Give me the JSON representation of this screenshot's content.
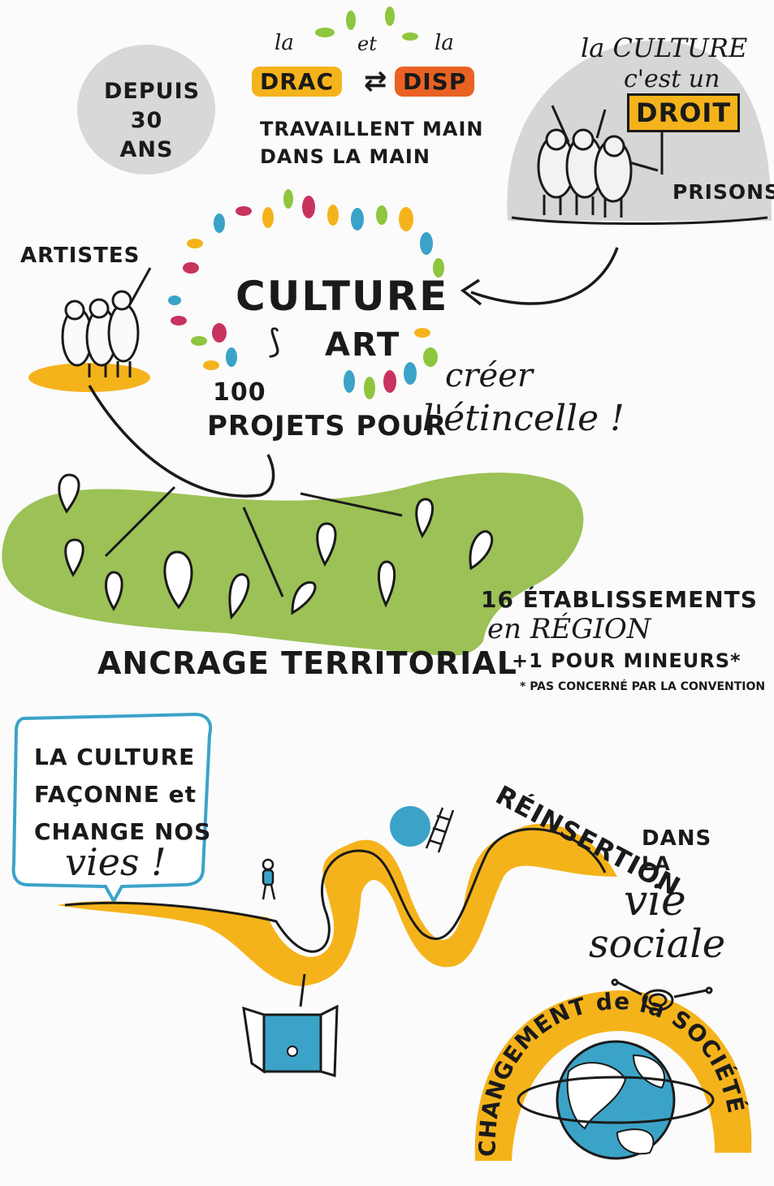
{
  "header": {
    "depuis": "DEPUIS",
    "trente_ans": "30 ANS",
    "la_left": "la",
    "et": "et",
    "la_right": "la",
    "drac": "DRAC",
    "disp": "DISP",
    "travaillent_1": "TRAVAILLENT MAIN",
    "travaillent_2": "DANS LA MAIN"
  },
  "culture_droit": {
    "line1": "la CULTURE",
    "line2": "c'est un",
    "droit": "DROIT",
    "prisons": "PRISONS"
  },
  "center": {
    "artistes": "ARTISTES",
    "culture": "CULTURE",
    "art": "ART",
    "cent": "100",
    "projets_pour": "PROJETS POUR",
    "creer": "créer",
    "etincelle": "l'étincelle !"
  },
  "territory": {
    "ancrage": "ANCRAGE TERRITORIAL",
    "etablissements_1": "16 ÉTABLISSEMENTS",
    "etablissements_2": "en RÉGION",
    "mineurs": "+1 POUR MINEURS*",
    "footnote": "* PAS CONCERNÉ PAR LA CONVENTION"
  },
  "bottom": {
    "bubble_1": "LA CULTURE",
    "bubble_2": "FAÇONNE et",
    "bubble_3": "CHANGE NOS",
    "bubble_4": "vies !",
    "reinsertion": "RÉINSERTION",
    "dans": "DANS",
    "la": "LA",
    "vie": "vie",
    "sociale": "sociale",
    "changement": "CHANGEMENT de la SOCIÉTÉ"
  },
  "colors": {
    "yellow": "#f5b31b",
    "orange": "#ea6223",
    "green": "#9cc156",
    "grey": "#d6d6d6",
    "blue": "#3ba3c8",
    "pink": "#c8335e",
    "lightgreen": "#8ec63f"
  }
}
